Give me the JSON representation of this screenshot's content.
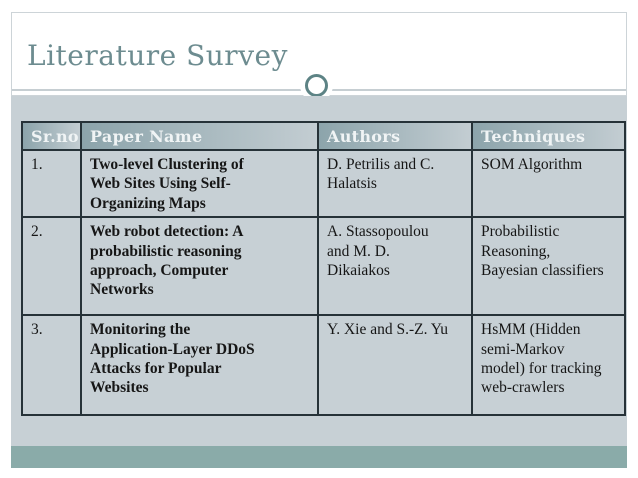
{
  "slide": {
    "title": "Literature Survey",
    "colors": {
      "title_text": "#6d8c90",
      "body_background": "#c7d0d5",
      "accent_band": "#8aaba9",
      "header_gradient_start": "#8ca4ab",
      "header_gradient_end": "#c3cdd2",
      "table_border": "#263238",
      "ring_accent": "#5d8385"
    }
  },
  "table": {
    "columns": [
      "Sr.no",
      "Paper Name",
      "Authors",
      "Techniques"
    ],
    "rows": [
      {
        "sr": "1.",
        "paper": "Two-level Clustering of\nWeb Sites Using Self-\nOrganizing Maps",
        "authors": "D. Petrilis and C.\nHalatsis",
        "techniques": "SOM Algorithm"
      },
      {
        "sr": "2.",
        "paper": "Web robot detection: A\nprobabilistic reasoning\napproach, Computer\nNetworks",
        "authors": "A. Stassopoulou\nand M. D.\nDikaiakos",
        "techniques": "Probabilistic\nReasoning,\nBayesian classifiers"
      },
      {
        "sr": "3.",
        "paper": "Monitoring the\nApplication-Layer DDoS\nAttacks for Popular\nWebsites",
        "authors": "Y. Xie and S.-Z. Yu",
        "techniques": "HsMM (Hidden\nsemi-Markov\nmodel) for tracking\nweb-crawlers"
      }
    ]
  }
}
